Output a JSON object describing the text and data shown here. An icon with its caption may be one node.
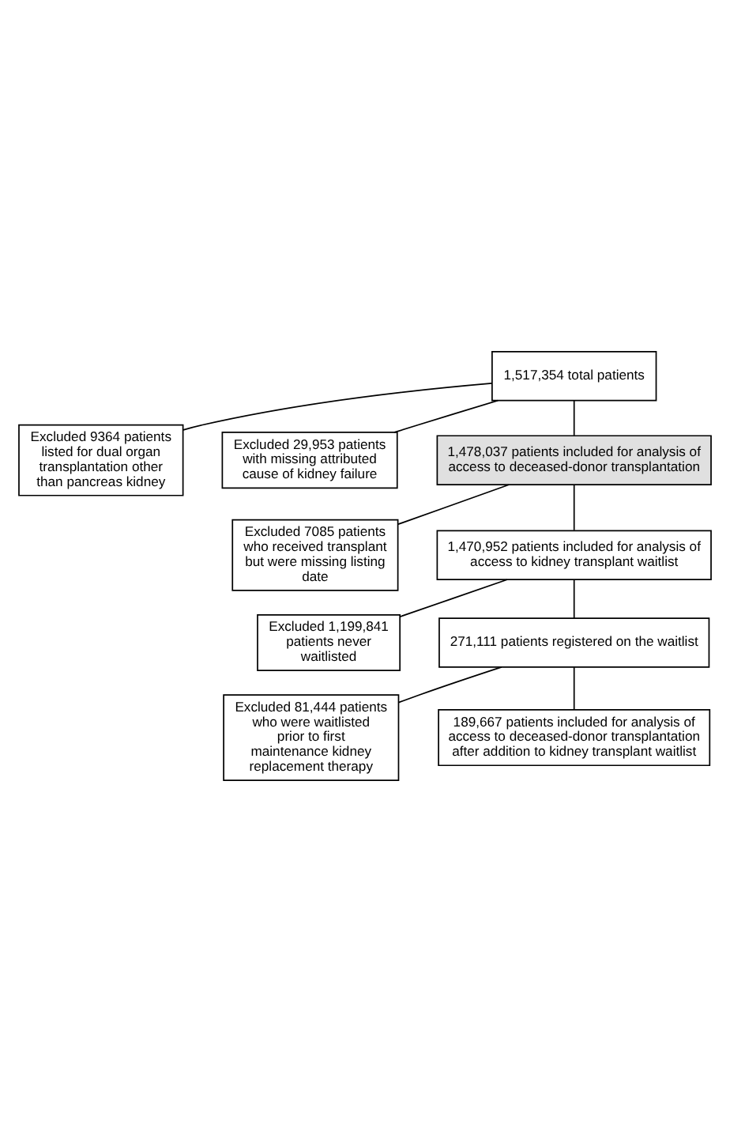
{
  "diagram": {
    "nodes": [
      {
        "text": [
          "1,517,354 total patients"
        ]
      },
      {
        "text": [
          "Excluded 9364 patients listed for dual organ transplantation other than pancreas kidney"
        ]
      },
      {
        "text": [
          "Excluded 29,953 patients with missing attributed cause of kidney failure"
        ]
      },
      {
        "text": [
          "1,478,037 patients included for analysis of access to deceased-donor transplantation"
        ]
      },
      {
        "text": [
          "Excluded 7085 patients who received transplant but were missing listing date"
        ]
      },
      {
        "text": [
          "1,470,952 patients included for analysis of access to kidney transplant waitlist"
        ]
      },
      {
        "text": [
          "Excluded 1,199,841 patients never waitlisted"
        ]
      },
      {
        "text": [
          "271,111 patients registered on the waitlist"
        ]
      },
      {
        "text": [
          "Excluded 81,444 patients who were waitlisted prior to first maintenance kidney replacement therapy"
        ]
      },
      {
        "text": [
          "189,667 patients included for analysis of access to deceased-donor transplantation after addition to kidney transplant waitlist"
        ]
      }
    ],
    "edges": [
      {
        "from": 0,
        "to": 3,
        "arrow": "none"
      },
      {
        "from": 0,
        "to": 1,
        "arrow": "none"
      },
      {
        "from": 0,
        "to": 2,
        "arrow": "none"
      },
      {
        "from": 3,
        "to": 5,
        "arrow": "none"
      },
      {
        "from": 3,
        "to": 4,
        "arrow": "none"
      },
      {
        "from": 5,
        "to": 7,
        "arrow": "none"
      },
      {
        "from": 5,
        "to": 6,
        "arrow": "none"
      },
      {
        "from": 7,
        "to": 9,
        "arrow": "none"
      },
      {
        "from": 7,
        "to": 8,
        "arrow": "none"
      }
    ]
  }
}
